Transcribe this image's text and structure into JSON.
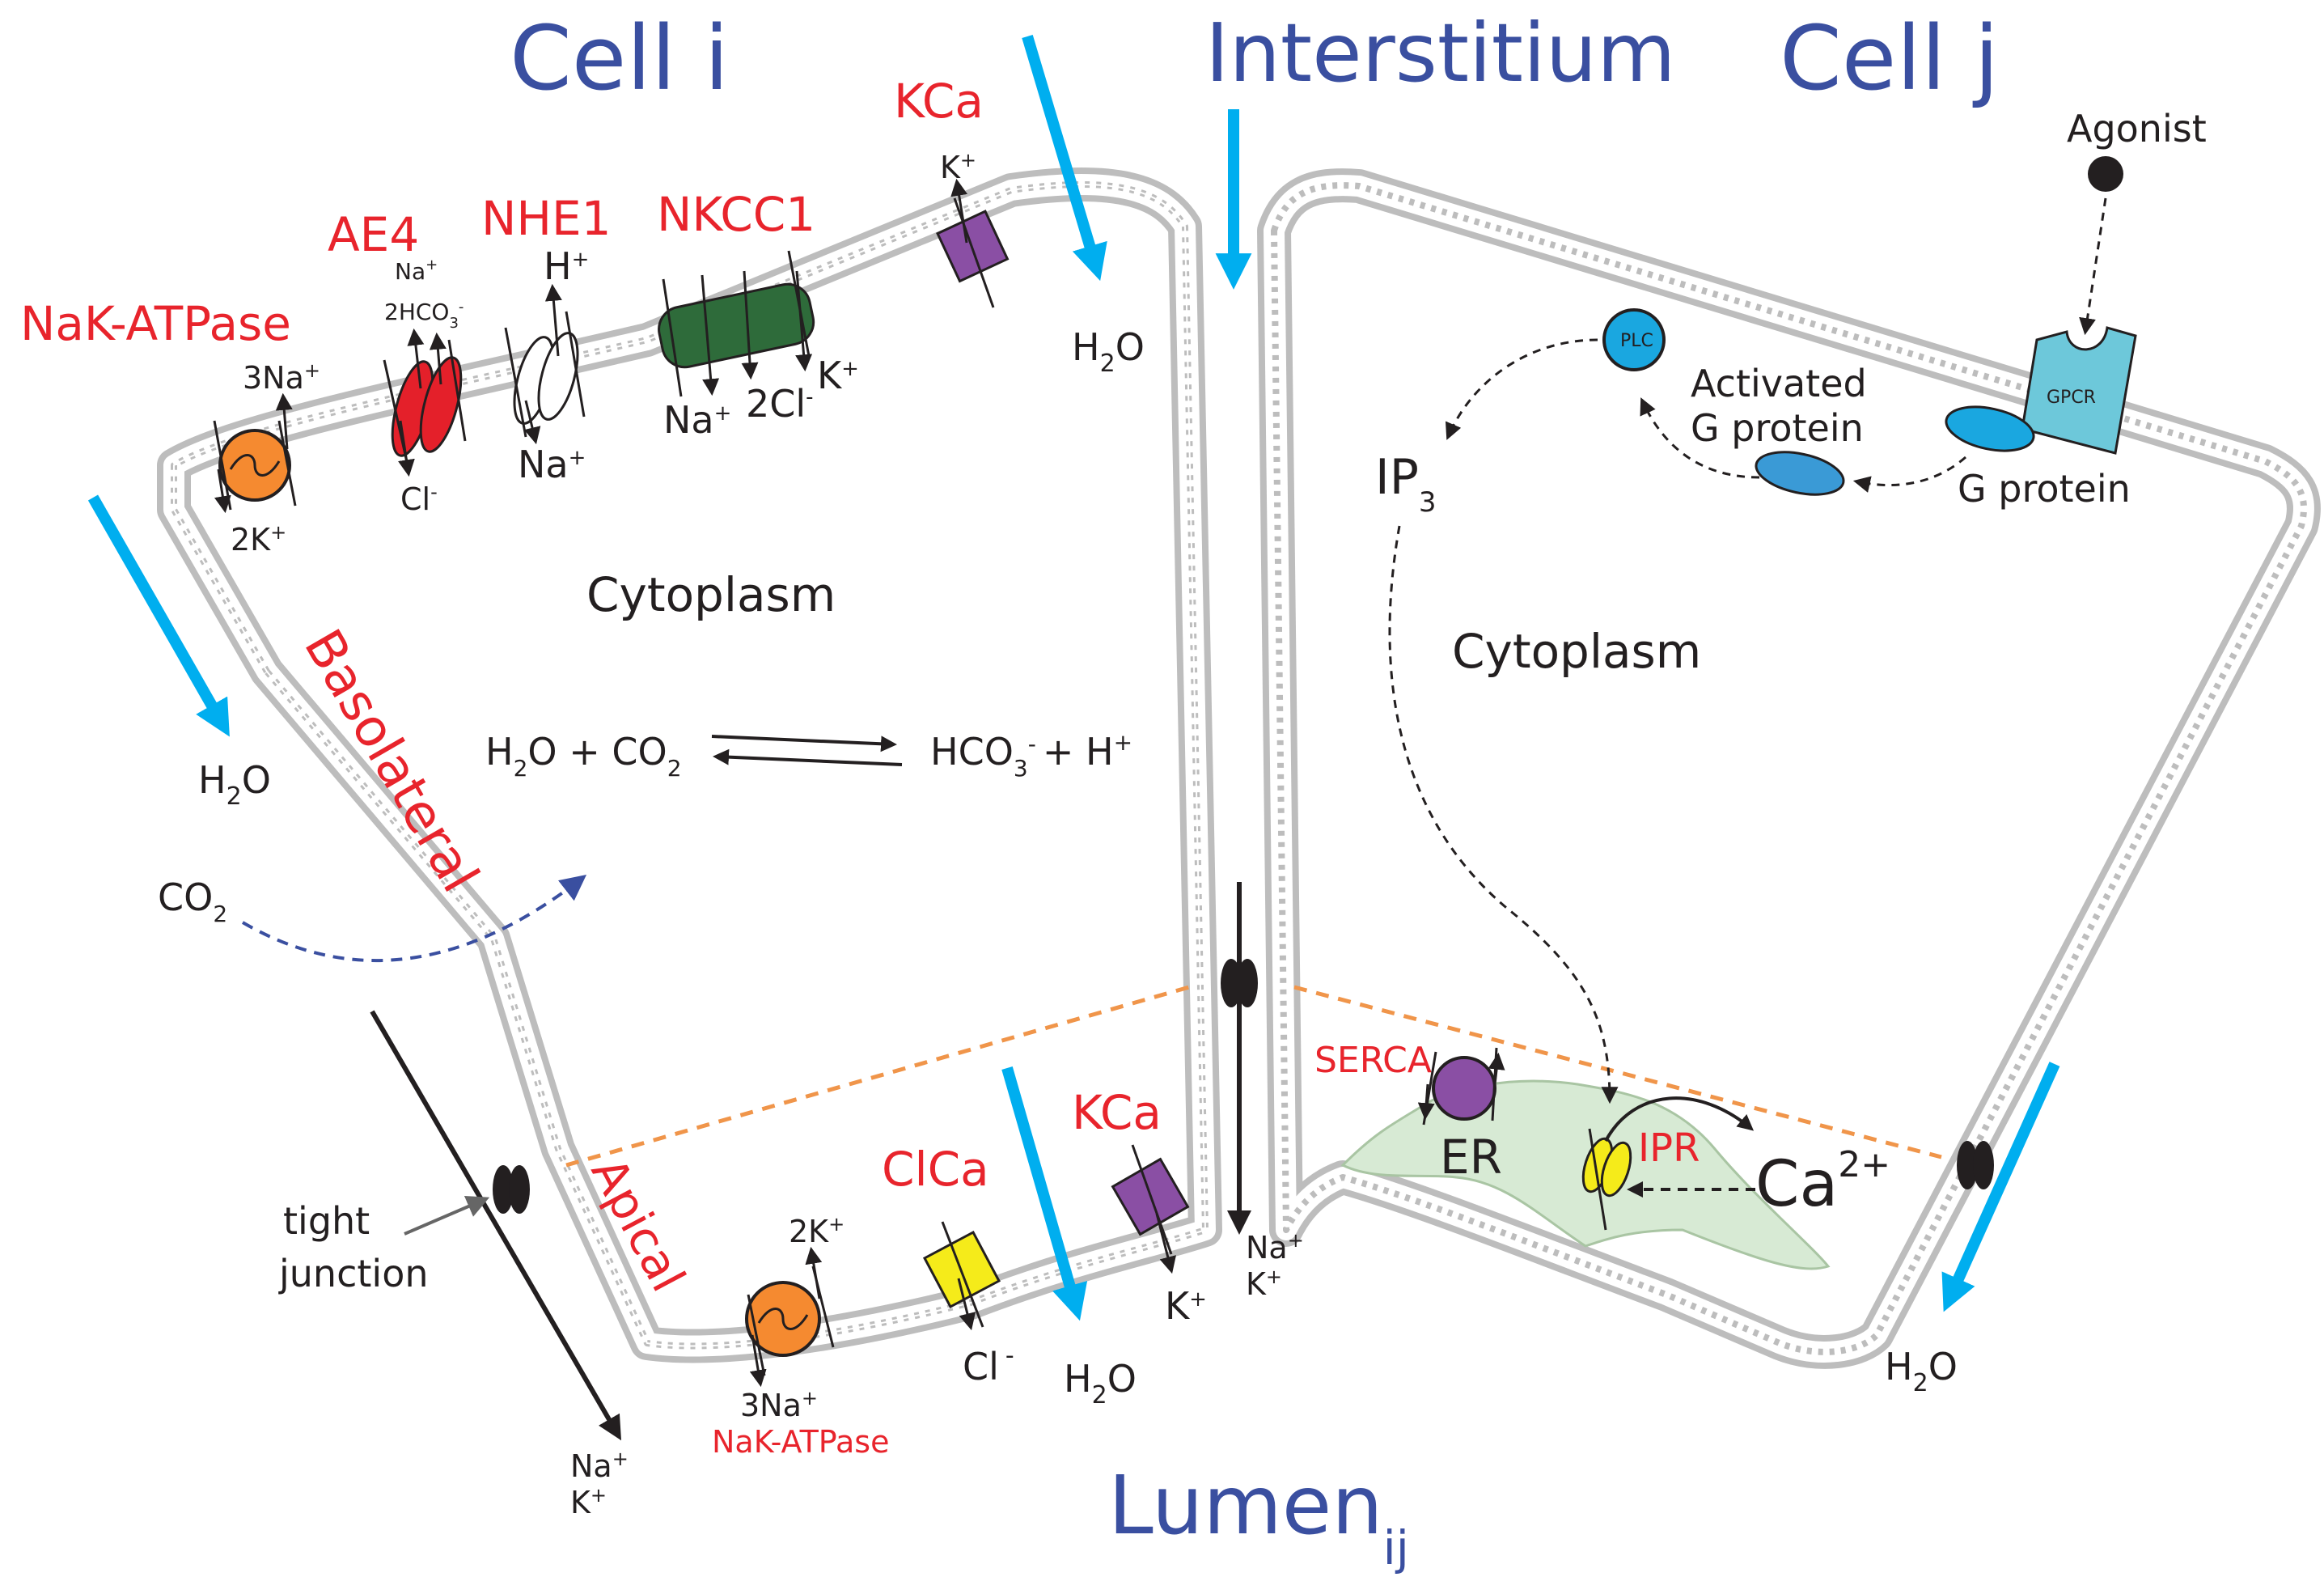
{
  "regions": {
    "cell_i": "Cell i",
    "interstitium": "Interstitium",
    "cell_j": "Cell j",
    "lumen": "Lumen",
    "lumen_sub": "ij"
  },
  "sides": {
    "basolateral": "Basolateral",
    "apical": "Apical"
  },
  "compartments": {
    "cytoplasm_i": "Cytoplasm",
    "cytoplasm_j": "Cytoplasm",
    "er": "ER"
  },
  "transporters": {
    "nak_atpase_baso": "NaK-ATPase",
    "ae4": "AE4",
    "nhe1": "NHE1",
    "nkcc1": "NKCC1",
    "kca_baso": "KCa",
    "kca_apical": "KCa",
    "clca": "ClCa",
    "nak_atpase_apical": "NaK-ATPase",
    "serca": "SERCA",
    "ipr": "IPR"
  },
  "signaling": {
    "agonist": "Agonist",
    "gpcr": "GPCR",
    "plc": "PLC",
    "activated_g_protein_line1": "Activated",
    "activated_g_protein_line2": "G protein",
    "g_protein": "G protein",
    "ip3_main": "IP",
    "ip3_sub": "3",
    "ca_main": "Ca",
    "ca_sup": "2+"
  },
  "ions": {
    "nak_baso_out": "3Na",
    "nak_baso_in": "2K",
    "ae4_na": "Na",
    "ae4_hco3": "2HCO",
    "ae4_cl": "Cl",
    "nhe1_h": "H",
    "nhe1_na": "Na",
    "nkcc1_na": "Na",
    "nkcc1_cl": "2Cl",
    "nkcc1_k": "K",
    "kca_baso_k": "K",
    "nak_apical_in": "2K",
    "nak_apical_out": "3Na",
    "clca_cl": "Cl",
    "kca_apical_k": "K",
    "junction_na": "Na",
    "junction_k": "K",
    "tight_na": "Na",
    "tight_k": "K"
  },
  "water": {
    "h2o_baso": "H",
    "h2o_kca": "H",
    "h2o_apical": "H",
    "h2o_cellj": "H",
    "h2o_o": "O",
    "h2o_sub": "2"
  },
  "reaction": {
    "left": "H",
    "left_sub": "2",
    "left_rest": "O + CO",
    "left_sub2": "2",
    "right": "HCO",
    "right_sub": "3",
    "right_sup": "-",
    "right_rest": "+ H",
    "right_sup2": "+"
  },
  "co2": {
    "main": "CO",
    "sub": "2"
  },
  "tight_junction": {
    "line1": "tight",
    "line2": "junction"
  },
  "colors": {
    "label_blue": "#3a4fa0",
    "label_red": "#e8242c",
    "water_arrow": "#00aeef",
    "membrane": "#bdbdbd",
    "nak_orange": "#f58a30",
    "ae4_red": "#e4202a",
    "nkcc1_green": "#2e6b3a",
    "kca_purple": "#8a4fa4",
    "clca_yellow": "#f5eb1a",
    "er_green": "#d7ead4",
    "plc_blue": "#1aa7e0",
    "gpcr_teal": "#6dc8da",
    "junction_dash": "#f0954a"
  }
}
